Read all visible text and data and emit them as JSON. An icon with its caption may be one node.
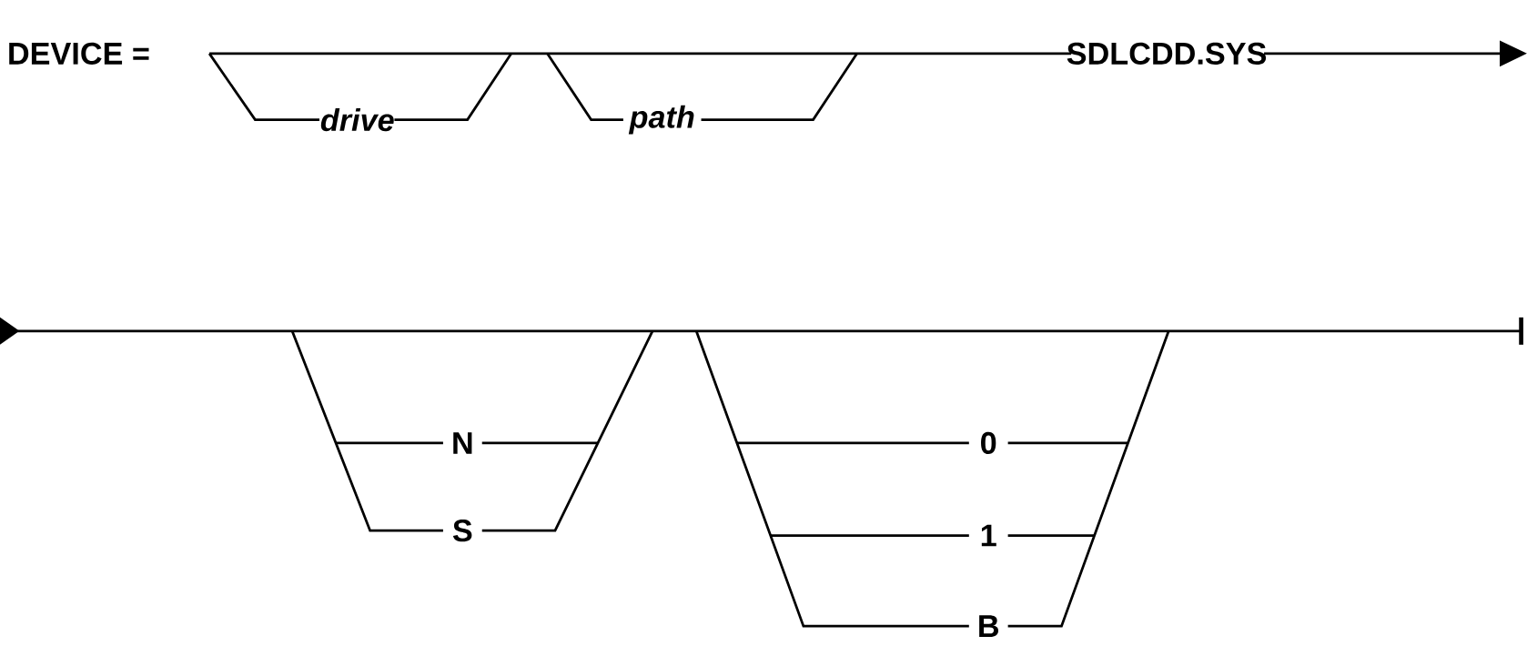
{
  "diagram": {
    "labels": [
      "DEVICE =",
      "drive",
      "path",
      "SDLCDD.SYS",
      "N",
      "S",
      "0",
      "1",
      "B"
    ]
  }
}
